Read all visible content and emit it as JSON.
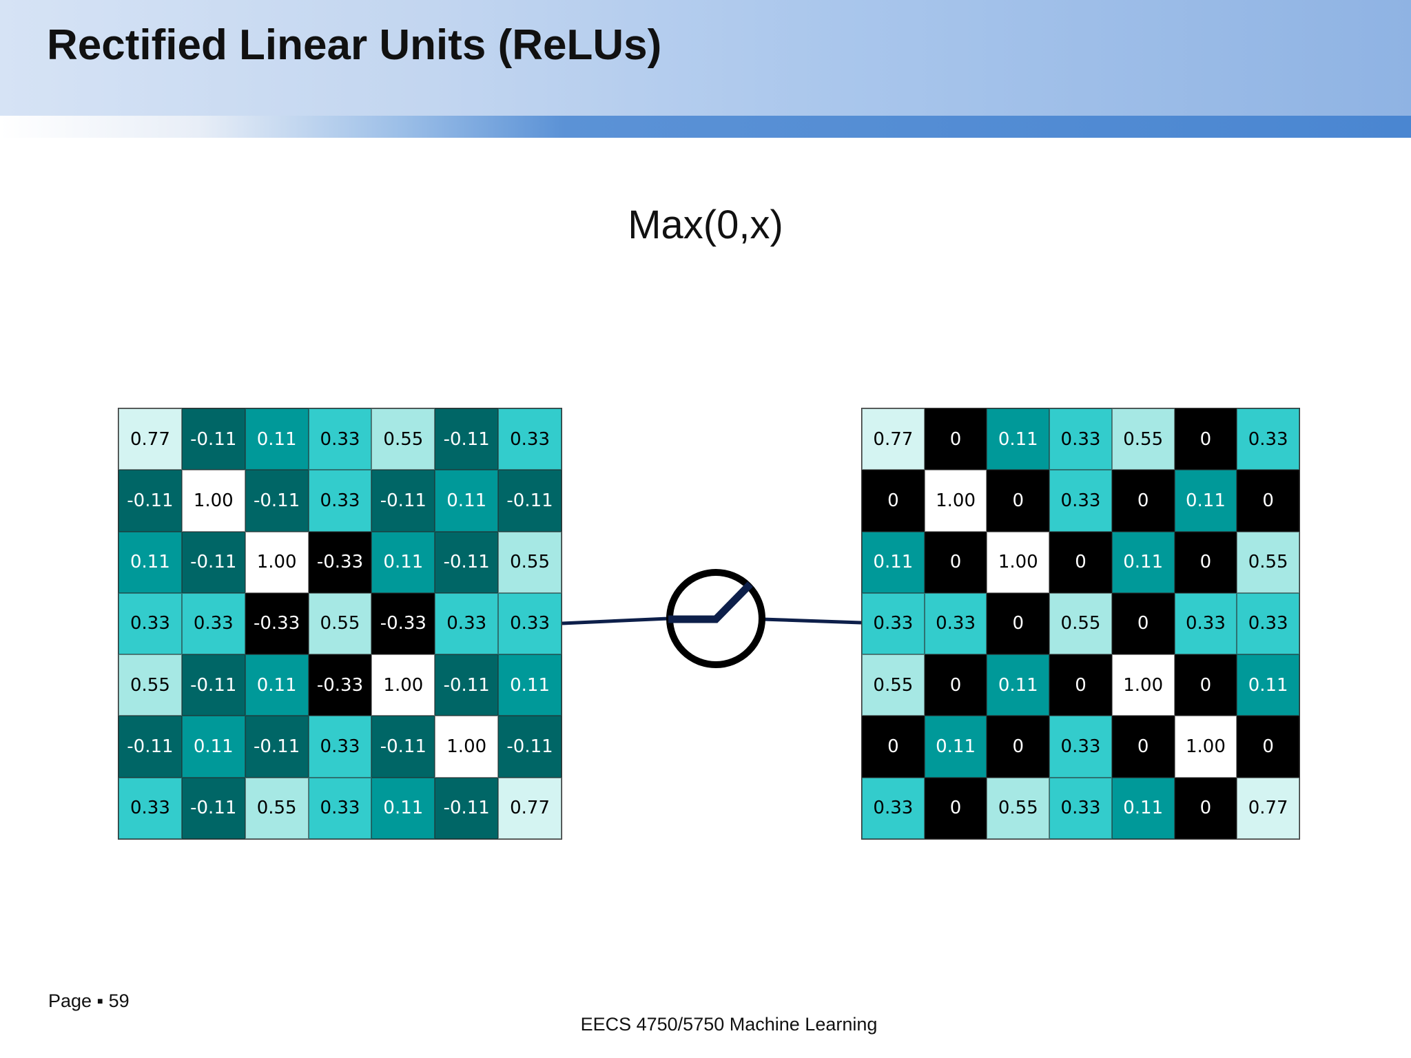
{
  "slide": {
    "title": "Rectified Linear Units (ReLUs)",
    "formula": "Max(0,x)",
    "page_label": "Page ▪ 59",
    "footer": "EECS 4750/5750 Machine Learning"
  },
  "input_matrix": [
    [
      "0.77",
      "-0.11",
      "0.11",
      "0.33",
      "0.55",
      "-0.11",
      "0.33"
    ],
    [
      "-0.11",
      "1.00",
      "-0.11",
      "0.33",
      "-0.11",
      "0.11",
      "-0.11"
    ],
    [
      "0.11",
      "-0.11",
      "1.00",
      "-0.33",
      "0.11",
      "-0.11",
      "0.55"
    ],
    [
      "0.33",
      "0.33",
      "-0.33",
      "0.55",
      "-0.33",
      "0.33",
      "0.33"
    ],
    [
      "0.55",
      "-0.11",
      "0.11",
      "-0.33",
      "1.00",
      "-0.11",
      "0.11"
    ],
    [
      "-0.11",
      "0.11",
      "-0.11",
      "0.33",
      "-0.11",
      "1.00",
      "-0.11"
    ],
    [
      "0.33",
      "-0.11",
      "0.55",
      "0.33",
      "0.11",
      "-0.11",
      "0.77"
    ]
  ],
  "output_matrix": [
    [
      "0.77",
      "0",
      "0.11",
      "0.33",
      "0.55",
      "0",
      "0.33"
    ],
    [
      "0",
      "1.00",
      "0",
      "0.33",
      "0",
      "0.11",
      "0"
    ],
    [
      "0.11",
      "0",
      "1.00",
      "0",
      "0.11",
      "0",
      "0.55"
    ],
    [
      "0.33",
      "0.33",
      "0",
      "0.55",
      "0",
      "0.33",
      "0.33"
    ],
    [
      "0.55",
      "0",
      "0.11",
      "0",
      "1.00",
      "0",
      "0.11"
    ],
    [
      "0",
      "0.11",
      "0",
      "0.33",
      "0",
      "1.00",
      "0"
    ],
    [
      "0.33",
      "0",
      "0.55",
      "0.33",
      "0.11",
      "0",
      "0.77"
    ]
  ],
  "value_colors": {
    "1.00": {
      "bg": "#ffffff",
      "fg": "#000000"
    },
    "0.77": {
      "bg": "#d4f4f2",
      "fg": "#000000"
    },
    "0.55": {
      "bg": "#a6e8e4",
      "fg": "#000000"
    },
    "0.33": {
      "bg": "#33cccc",
      "fg": "#000000"
    },
    "0.11": {
      "bg": "#009999",
      "fg": "#ffffff"
    },
    "0": {
      "bg": "#000000",
      "fg": "#ffffff"
    },
    "-0.11": {
      "bg": "#006666",
      "fg": "#ffffff"
    },
    "-0.33": {
      "bg": "#000000",
      "fg": "#ffffff"
    }
  },
  "colors": {
    "connector": "#0d1f4a",
    "relu_circle": "#000000"
  }
}
